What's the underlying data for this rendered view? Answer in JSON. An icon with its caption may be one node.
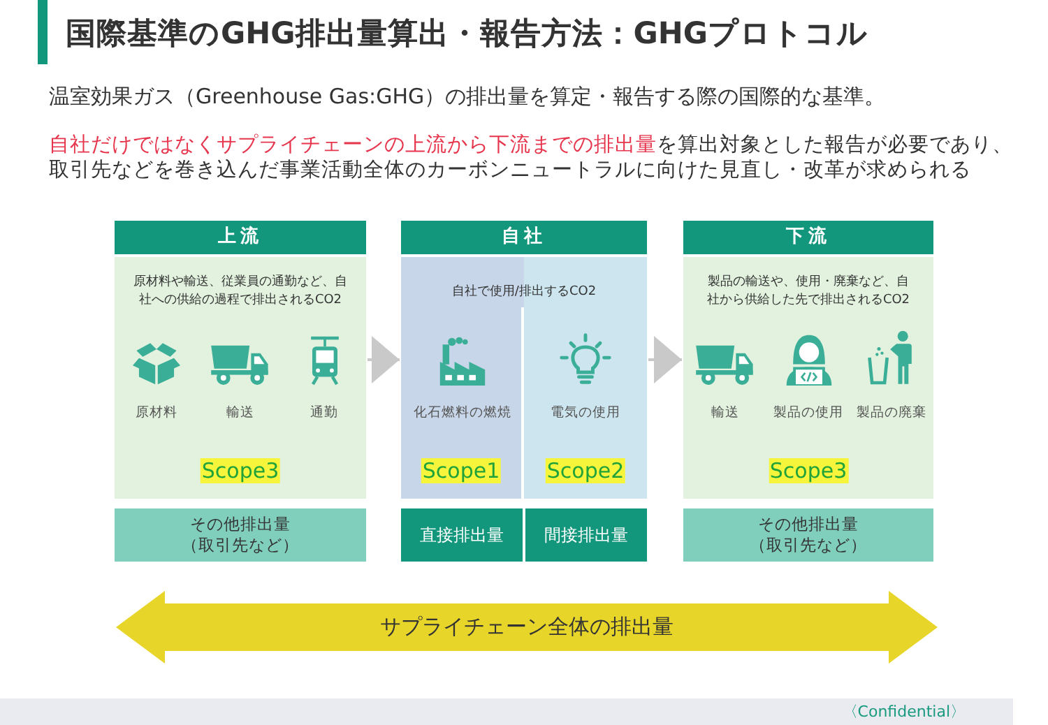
{
  "diagram": {
    "title": "国際基準のGHG排出量算出・報告方法：GHGプロトコル",
    "nodes": [
      {
        "text": [
          "上流",
          "原材料や輸送、従業員の通勤など、自社への供給の過程で排出されるCO2",
          "Scope3"
        ]
      },
      {
        "text": [
          "原材料"
        ],
        "in": 0
      },
      {
        "text": [
          "輸送"
        ],
        "in": 0
      },
      {
        "text": [
          "通勤"
        ],
        "in": 0
      },
      {
        "text": [
          "その他排出量（取引先など）"
        ]
      },
      {
        "text": [
          "自社",
          "自社で使用/排出するCO2"
        ]
      },
      {
        "text": [
          "Scope1"
        ],
        "in": 5
      },
      {
        "text": [
          "化石燃料の燃焼"
        ],
        "in": 6
      },
      {
        "text": [
          "Scope2"
        ],
        "in": 5
      },
      {
        "text": [
          "電気の使用"
        ],
        "in": 8
      },
      {
        "text": [
          "直接排出量"
        ]
      },
      {
        "text": [
          "間接排出量"
        ]
      },
      {
        "text": [
          "下流",
          "製品の輸送や、使用・廃棄など、自社から供給した先で排出されるCO2",
          "Scope3"
        ]
      },
      {
        "text": [
          "輸送"
        ],
        "in": 12
      },
      {
        "text": [
          "製品の使用"
        ],
        "in": 12
      },
      {
        "text": [
          "製品の廃棄"
        ],
        "in": 12
      },
      {
        "text": [
          "その他排出量（取引先など）"
        ]
      },
      {
        "text": [
          "サプライチェーン全体の排出量"
        ]
      }
    ],
    "edges": [
      {
        "from": 0,
        "to": 5,
        "arrow": "to"
      },
      {
        "from": 5,
        "to": 12,
        "arrow": "to"
      }
    ],
    "labels": [
      "温室効果ガス（Greenhouse Gas:GHG）の排出量を算定・報告する際の国際的な基準。",
      "**自社だけではなくサプライチェーンの上流から下流までの排出量**を算出対象とした報告が必要であり、取引先などを巻き込んだ事業活動全体のカーボンニュートラルに向けた見直し・改革が求められる",
      "〈Confidential〉"
    ]
  }
}
